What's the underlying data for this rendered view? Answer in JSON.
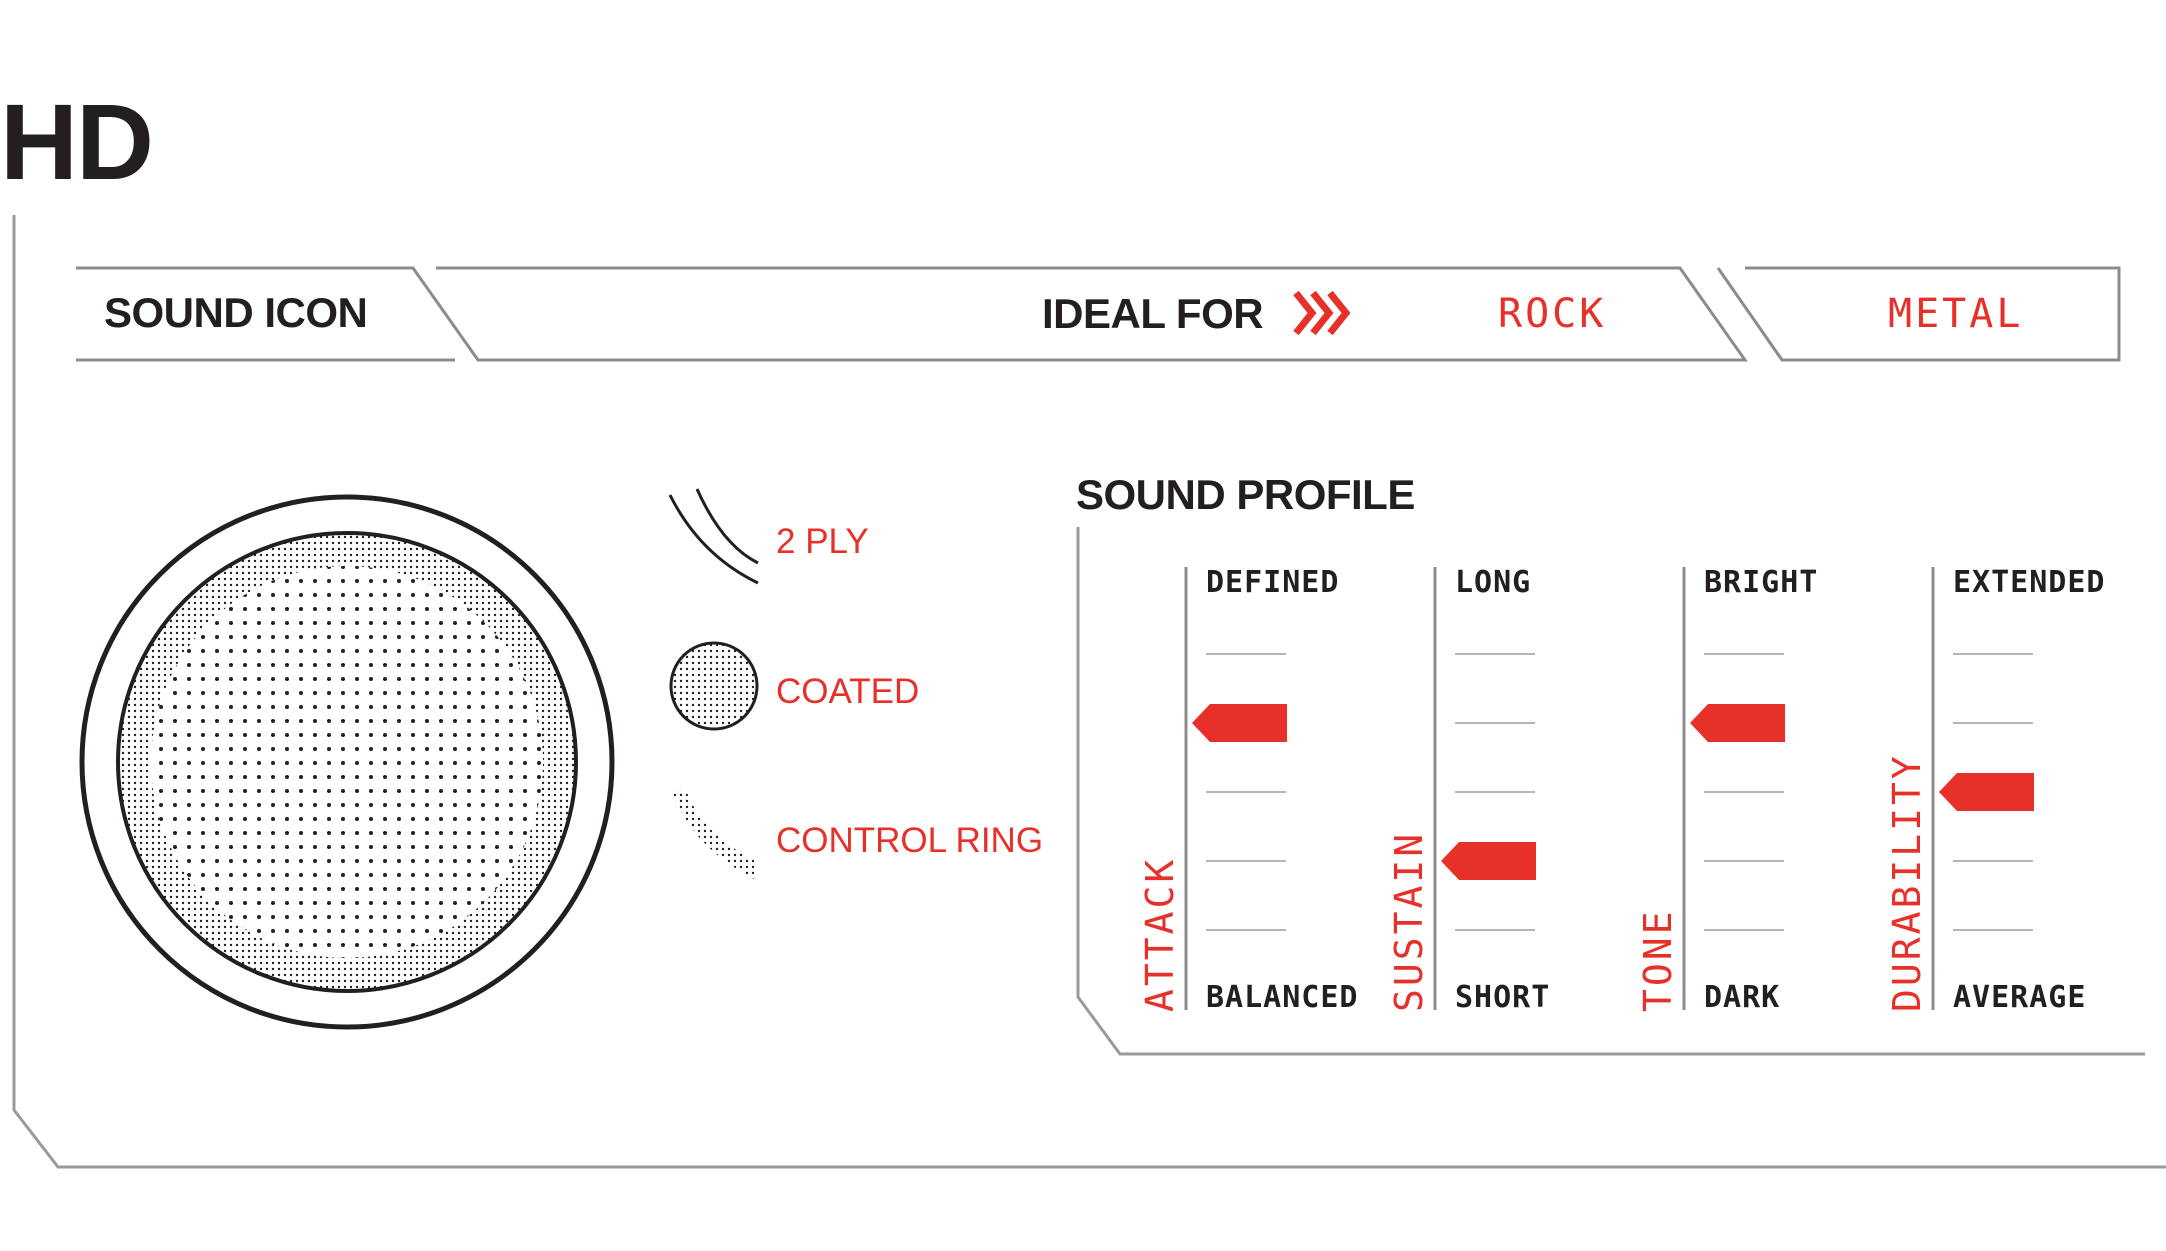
{
  "title": "HD",
  "header": {
    "sound_icon": "SOUND ICON",
    "ideal_for": "IDEAL FOR",
    "genres": [
      "ROCK",
      "METAL"
    ]
  },
  "features": [
    {
      "icon": "two-ply-icon",
      "label": "2 PLY"
    },
    {
      "icon": "coated-icon",
      "label": "COATED"
    },
    {
      "icon": "control-ring-icon",
      "label": "CONTROL RING"
    }
  ],
  "sound_profile": {
    "title": "SOUND PROFILE",
    "scales": [
      {
        "name": "ATTACK",
        "top": "DEFINED",
        "bottom": "BALANCED",
        "level": 4
      },
      {
        "name": "SUSTAIN",
        "top": "LONG",
        "bottom": "SHORT",
        "level": 2
      },
      {
        "name": "TONE",
        "top": "BRIGHT",
        "bottom": "DARK",
        "level": 4
      },
      {
        "name": "DURABILITY",
        "top": "EXTENDED",
        "bottom": "AVERAGE",
        "level": 3
      }
    ],
    "max_level": 5
  },
  "colors": {
    "accent": "#e8302a",
    "ink": "#231f20",
    "line": "#8c8c8c"
  }
}
